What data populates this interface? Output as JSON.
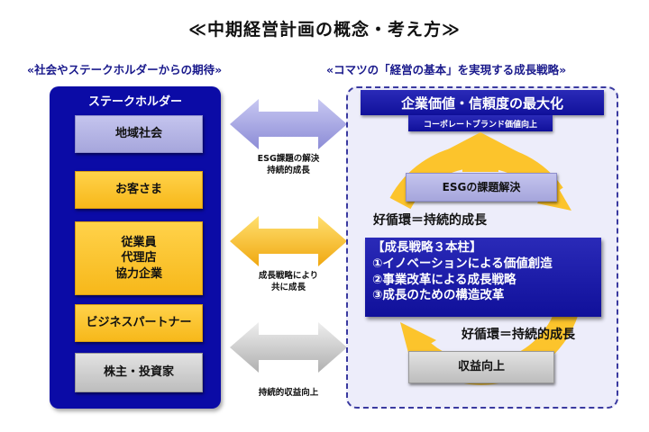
{
  "title": "≪中期経営計画の概念・考え方≫",
  "left_section": {
    "heading": "«社会やステークホルダーからの期待»",
    "panel_title": "ステークホルダー",
    "stakeholders": [
      {
        "label": "地域社会",
        "color": "#b4b4e6"
      },
      {
        "label": "お客さま",
        "color": "#fcc42c"
      },
      {
        "label": "従業員\n代理店\n協力企業",
        "color": "#fcc42c"
      },
      {
        "label": "ビジネスパートナー",
        "color": "#fcc42c"
      },
      {
        "label": "株主・投資家",
        "color": "#d0d0d0"
      }
    ]
  },
  "connectors": [
    {
      "label": "ESG課題の解決\n持続的成長",
      "color": "#a8a8e4"
    },
    {
      "label": "成長戦略により\n共に成長",
      "color": "#f9c02a"
    },
    {
      "label": "持続的収益向上",
      "color": "#c8c8c8"
    }
  ],
  "right_section": {
    "heading": "«コマツの「経営の基本」を実現する成長戦略»",
    "goal": "企業価値・信頼度の最大化",
    "goal_sub": "コーポレートブランド価値向上",
    "esg_box": "ESGの課題解決",
    "cycle_label_top": "好循環＝持続的成長",
    "pillars": {
      "title": "【成長戦略３本柱】",
      "items": [
        "①イノベーションによる価値創造",
        "②事業改革による成長戦略",
        "③成長のための構造改革"
      ]
    },
    "cycle_label_bottom": "好循環＝持続的成長",
    "revenue_box": "収益向上"
  },
  "colors": {
    "navy": "#0b0ba6",
    "gold": "#fcc42c",
    "lavender": "#b4b4e6",
    "gray": "#d0d0d0",
    "panel_bg": "#ededfa"
  }
}
